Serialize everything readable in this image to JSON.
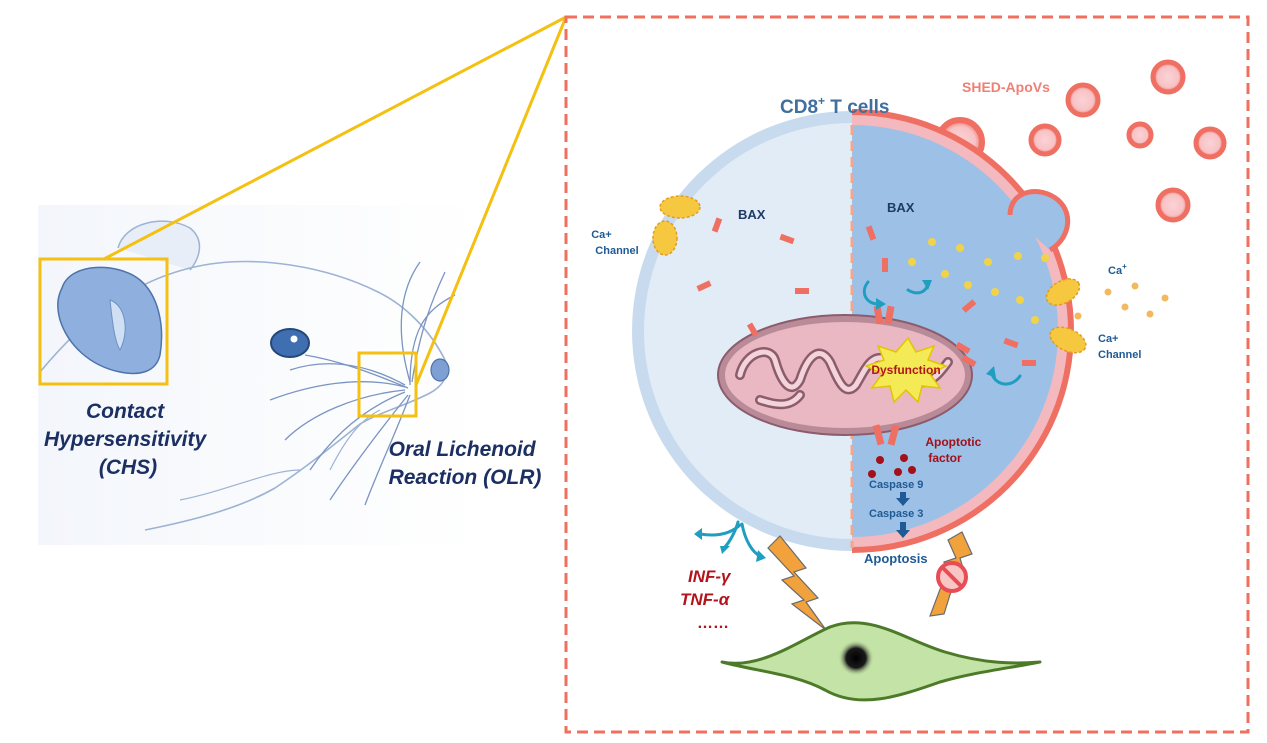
{
  "left_panel": {
    "chs_label": [
      "Contact",
      "Hypersensitivity",
      "(CHS)"
    ],
    "olr_label": [
      "Oral Lichenoid",
      "Reaction (OLR)"
    ]
  },
  "right_panel": {
    "cell_title": "CD8",
    "cell_title_sup": "+",
    "cell_title_rest": " T cells",
    "apovs_label": "SHED-ApoVs",
    "left_half": {
      "bax_label": "BAX",
      "channel_label": [
        "Ca+",
        "Channel"
      ]
    },
    "right_half": {
      "bax_label": "BAX",
      "ca_ion_label": "Ca",
      "ca_ion_sup": "+",
      "channel_label": [
        "Ca+",
        "Channel"
      ],
      "dysfunction_label": "Dysfunction",
      "apoptotic_factor_label": [
        "Apoptotic",
        "factor"
      ],
      "caspase9_label": "Caspase 9",
      "caspase3_label": "Caspase 3",
      "apoptosis_label": "Apoptosis"
    },
    "cytokines": [
      "INF-γ",
      "TNF-α",
      "……"
    ]
  },
  "colors": {
    "frame_dashed": "#f07060",
    "zoom_lines": "#f4c011",
    "cell_light": "#c8dbee",
    "cell_blue": "#9dc0e6",
    "membrane_red": "#ef6f62",
    "mito_pink": "#e9b8c2",
    "cytokine_red": "#b3131b",
    "label_blue": "#1f5a94",
    "title_blue": "#3f6f9e",
    "dark_red": "#a3101a",
    "target_green": "#c4e3a6"
  }
}
